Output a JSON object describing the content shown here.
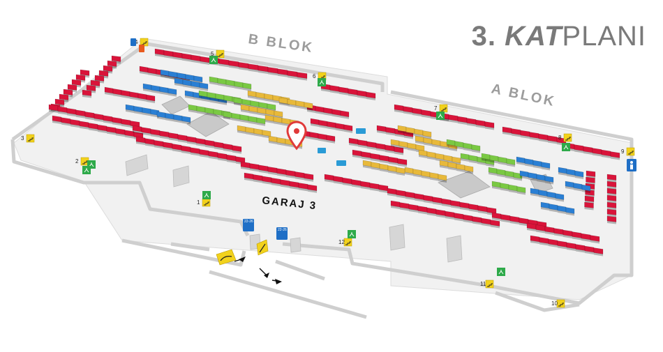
{
  "title": {
    "number": "3.",
    "kat": "KAT",
    "plani": "PLANI"
  },
  "blocks": {
    "b_blok": "B BLOK",
    "a_blok": "A BLOK",
    "garaj": "GARAJ 3"
  },
  "colors": {
    "red": "#d9143a",
    "blue": "#2a7fd4",
    "green": "#7ac943",
    "yellow": "#e8b93a",
    "gray": "#cfcfcf",
    "wall": "#d8d8d8",
    "exit_green": "#2eaa4a",
    "stair_yellow": "#f2d21c",
    "wc_blue": "#1f6fc6",
    "pin": "#e03a3a"
  },
  "markers": [
    {
      "label": "1",
      "icon": "stairs-icon"
    },
    {
      "label": "2",
      "icon": "stairs-icon"
    },
    {
      "label": "3",
      "icon": "stairs-icon"
    },
    {
      "label": "4",
      "icon": "stairs-icon"
    },
    {
      "label": "5",
      "icon": "stairs-icon"
    },
    {
      "label": "6",
      "icon": "stairs-icon"
    },
    {
      "label": "7",
      "icon": "stairs-icon"
    },
    {
      "label": "8",
      "icon": "stairs-icon"
    },
    {
      "label": "9",
      "icon": "stairs-icon"
    },
    {
      "label": "10",
      "icon": "stairs-icon"
    },
    {
      "label": "11",
      "icon": "stairs-icon"
    },
    {
      "label": "12",
      "icon": "stairs-icon"
    }
  ],
  "gate_labels": [
    "22-26",
    "22-26"
  ],
  "map": {
    "current_location_icon": "location-pin-icon",
    "exit_icon": "emergency-exit-icon",
    "wc_icon": "wc-icon",
    "elevator_icon": "elevator-icon",
    "ramp_icon": "ramp-icon",
    "arrow_icon": "direction-arrow-icon"
  }
}
